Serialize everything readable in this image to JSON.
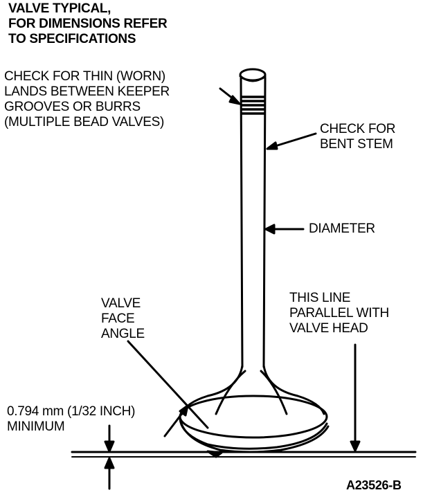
{
  "title_note": {
    "lines": [
      "VALVE TYPICAL,",
      "FOR DIMENSIONS REFER",
      "TO SPECIFICATIONS"
    ]
  },
  "callouts": {
    "keeper_lands": [
      "CHECK FOR THIN (WORN)",
      "LANDS BETWEEN KEEPER",
      "GROOVES OR BURRS",
      "(MULTIPLE BEAD VALVES)"
    ],
    "bent_stem": [
      "CHECK FOR",
      "BENT STEM"
    ],
    "diameter": [
      "DIAMETER"
    ],
    "face_angle": [
      "VALVE",
      "FACE",
      "ANGLE"
    ],
    "parallel_line": [
      "THIS LINE",
      "PARALLEL WITH",
      "VALVE HEAD"
    ],
    "margin_min": [
      "0.794 mm (1/32 INCH)",
      "MINIMUM"
    ]
  },
  "figure_id": "A23526-B"
}
